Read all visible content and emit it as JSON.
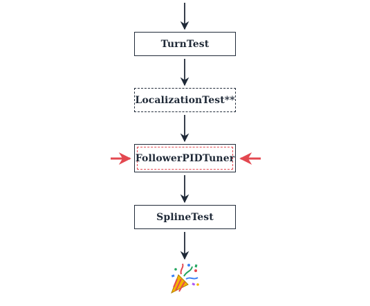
{
  "flow": {
    "steps": [
      {
        "label": "TurnTest",
        "style": "solid"
      },
      {
        "label": "LocalizationTest**",
        "style": "dashed"
      },
      {
        "label": "FollowerPIDTuner",
        "style": "highlighted"
      },
      {
        "label": "SplineTest",
        "style": "solid"
      }
    ],
    "end_icon": "party-popper-icon",
    "highlight_markers": "red-arrows-both-sides"
  },
  "colors": {
    "line": "#1f2937",
    "highlight": "#e34850"
  }
}
